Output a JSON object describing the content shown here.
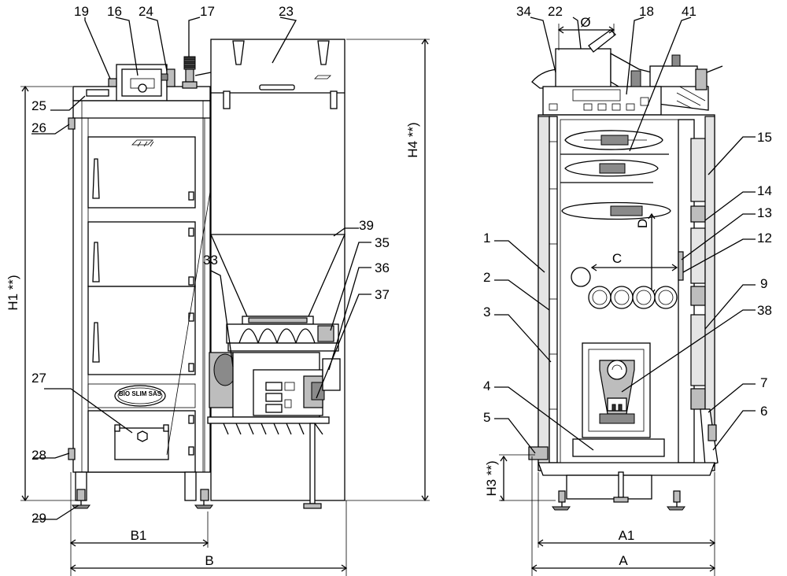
{
  "callouts": {
    "n1": "1",
    "n2": "2",
    "n3": "3",
    "n4": "4",
    "n5": "5",
    "n6": "6",
    "n7": "7",
    "n9": "9",
    "n12": "12",
    "n13": "13",
    "n14": "14",
    "n15": "15",
    "n16": "16",
    "n17": "17",
    "n18": "18",
    "n19": "19",
    "n22": "22",
    "n23": "23",
    "n24": "24",
    "n25": "25",
    "n26": "26",
    "n27": "27",
    "n28": "28",
    "n29": "29",
    "n33": "33",
    "n34": "34",
    "n35": "35",
    "n36": "36",
    "n37": "37",
    "n38": "38",
    "n39": "39",
    "n41": "41"
  },
  "dimensions": {
    "h1": "H1 **)",
    "h3": "H3 **)",
    "h4": "H4 **)",
    "b1": "B1",
    "b": "B",
    "a1": "A1",
    "a": "A",
    "c": "C",
    "d": "D",
    "phi": "Ø"
  },
  "markings": {
    "door_logo": "BIO SLIM SAS"
  },
  "colors": {
    "line": "#000000",
    "insulation": "#e4e4e4",
    "metal": "#bdbdbd"
  }
}
